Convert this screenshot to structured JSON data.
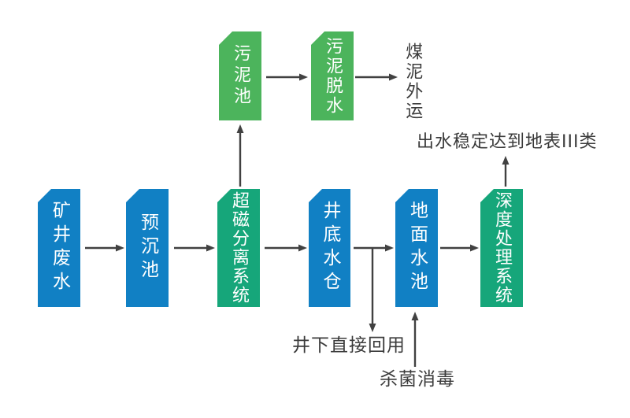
{
  "diagram": {
    "colors": {
      "node_blue": "#1180C4",
      "node_green": "#16A67A",
      "node_green_light": "#4CB45C",
      "arrow": "#414141",
      "text": "#3B3B3B"
    },
    "nodes": {
      "mine_wastewater": "矿井废水",
      "pre_sedimentation": "预沉池",
      "magnetic_separation": "超磁分离系统",
      "shaft_sump": "井底水仓",
      "surface_pool": "地面水池",
      "advanced_treatment": "深度处理系统",
      "sludge_tank": "污泥池",
      "sludge_dewatering": "污泥脱水"
    },
    "labels": {
      "coal_sludge_out": "煤泥外运",
      "effluent_standard": "出水稳定达到地表III类",
      "underground_reuse": "井下直接回用",
      "disinfection": "杀菌消毒"
    }
  }
}
